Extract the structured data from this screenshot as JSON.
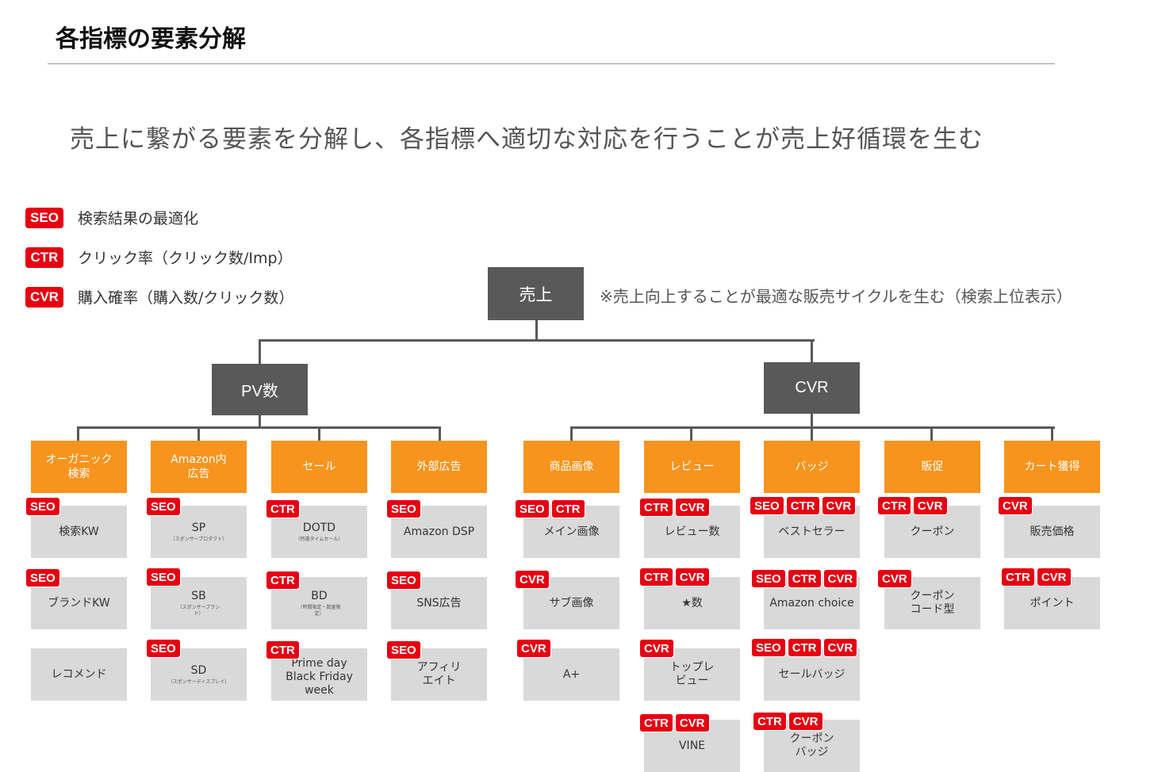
{
  "page_title": "各指標の要素分解",
  "subtitle": "売上に繋がる要素を分解し、各指標へ適切な対応を行うことが売上好循環を生む",
  "legend": [
    {
      "tag": "SEO",
      "text": "検索結果の最適化"
    },
    {
      "tag": "CTR",
      "text": "クリック率（クリック数/Imp）"
    },
    {
      "tag": "CVR",
      "text": "購入確率（購入数/クリック数）"
    }
  ],
  "root": {
    "label": "売上",
    "note": "※売上向上することが最適な販売サイクルを生む（検索上位表示）"
  },
  "branches": [
    {
      "label": "PV数"
    },
    {
      "label": "CVR"
    }
  ],
  "columns": [
    {
      "header": "オーガニック\n検索",
      "items": [
        {
          "label": "検索KW",
          "sub": "",
          "tags": [
            "SEO"
          ]
        },
        {
          "label": "ブランドKW",
          "sub": "",
          "tags": [
            "SEO"
          ]
        },
        {
          "label": "レコメンド",
          "sub": "",
          "tags": []
        }
      ]
    },
    {
      "header": "Amazon内\n広告",
      "items": [
        {
          "label": "SP",
          "sub": "（スポンサープロダクト）",
          "tags": [
            "SEO"
          ]
        },
        {
          "label": "SB",
          "sub": "（スポンサーブラン\nド）",
          "tags": [
            "SEO"
          ]
        },
        {
          "label": "SD",
          "sub": "（スポンサーディスプレイ）",
          "tags": [
            "SEO"
          ]
        }
      ]
    },
    {
      "header": "セール",
      "items": [
        {
          "label": "DOTD",
          "sub": "（特選タイムセール）",
          "tags": [
            "CTR"
          ]
        },
        {
          "label": "BD",
          "sub": "（時間限定・数量限\n定）",
          "tags": [
            "CTR"
          ]
        },
        {
          "label": "Prime day\nBlack Friday\nweek",
          "sub": "",
          "tags": [
            "CTR"
          ]
        }
      ]
    },
    {
      "header": "外部広告",
      "items": [
        {
          "label": "Amazon DSP",
          "sub": "",
          "tags": [
            "SEO"
          ]
        },
        {
          "label": "SNS広告",
          "sub": "",
          "tags": [
            "SEO"
          ]
        },
        {
          "label": "アフィリ\nエイト",
          "sub": "",
          "tags": [
            "SEO"
          ]
        }
      ]
    },
    {
      "header": "商品画像",
      "items": [
        {
          "label": "メイン画像",
          "sub": "",
          "tags": [
            "SEO",
            "CTR"
          ]
        },
        {
          "label": "サブ画像",
          "sub": "",
          "tags": [
            "CVR"
          ]
        },
        {
          "label": "A+",
          "sub": "",
          "tags": [
            "CVR"
          ]
        }
      ]
    },
    {
      "header": "レビュー",
      "items": [
        {
          "label": "レビュー数",
          "sub": "",
          "tags": [
            "CTR",
            "CVR"
          ]
        },
        {
          "label": "★数",
          "sub": "",
          "tags": [
            "CTR",
            "CVR"
          ]
        },
        {
          "label": "トップレ\nビュー",
          "sub": "",
          "tags": [
            "CVR"
          ]
        },
        {
          "label": "VINE",
          "sub": "",
          "tags": [
            "CTR",
            "CVR"
          ]
        }
      ]
    },
    {
      "header": "バッジ",
      "items": [
        {
          "label": "ベストセラー",
          "sub": "",
          "tags": [
            "SEO",
            "CTR",
            "CVR"
          ]
        },
        {
          "label": "Amazon choice",
          "sub": "",
          "tags": [
            "SEO",
            "CTR",
            "CVR"
          ]
        },
        {
          "label": "セールバッジ",
          "sub": "",
          "tags": [
            "SEO",
            "CTR",
            "CVR"
          ]
        },
        {
          "label": "クーポン\nバッジ",
          "sub": "",
          "tags": [
            "CTR",
            "CVR"
          ]
        }
      ]
    },
    {
      "header": "販促",
      "items": [
        {
          "label": "クーポン",
          "sub": "",
          "tags": [
            "CTR",
            "CVR"
          ]
        },
        {
          "label": "クーポン\nコード型",
          "sub": "",
          "tags": [
            "CVR"
          ]
        }
      ]
    },
    {
      "header": "カート獲得",
      "items": [
        {
          "label": "販売価格",
          "sub": "",
          "tags": [
            "CVR"
          ]
        },
        {
          "label": "ポイント",
          "sub": "",
          "tags": [
            "CTR",
            "CVR"
          ]
        }
      ]
    }
  ]
}
